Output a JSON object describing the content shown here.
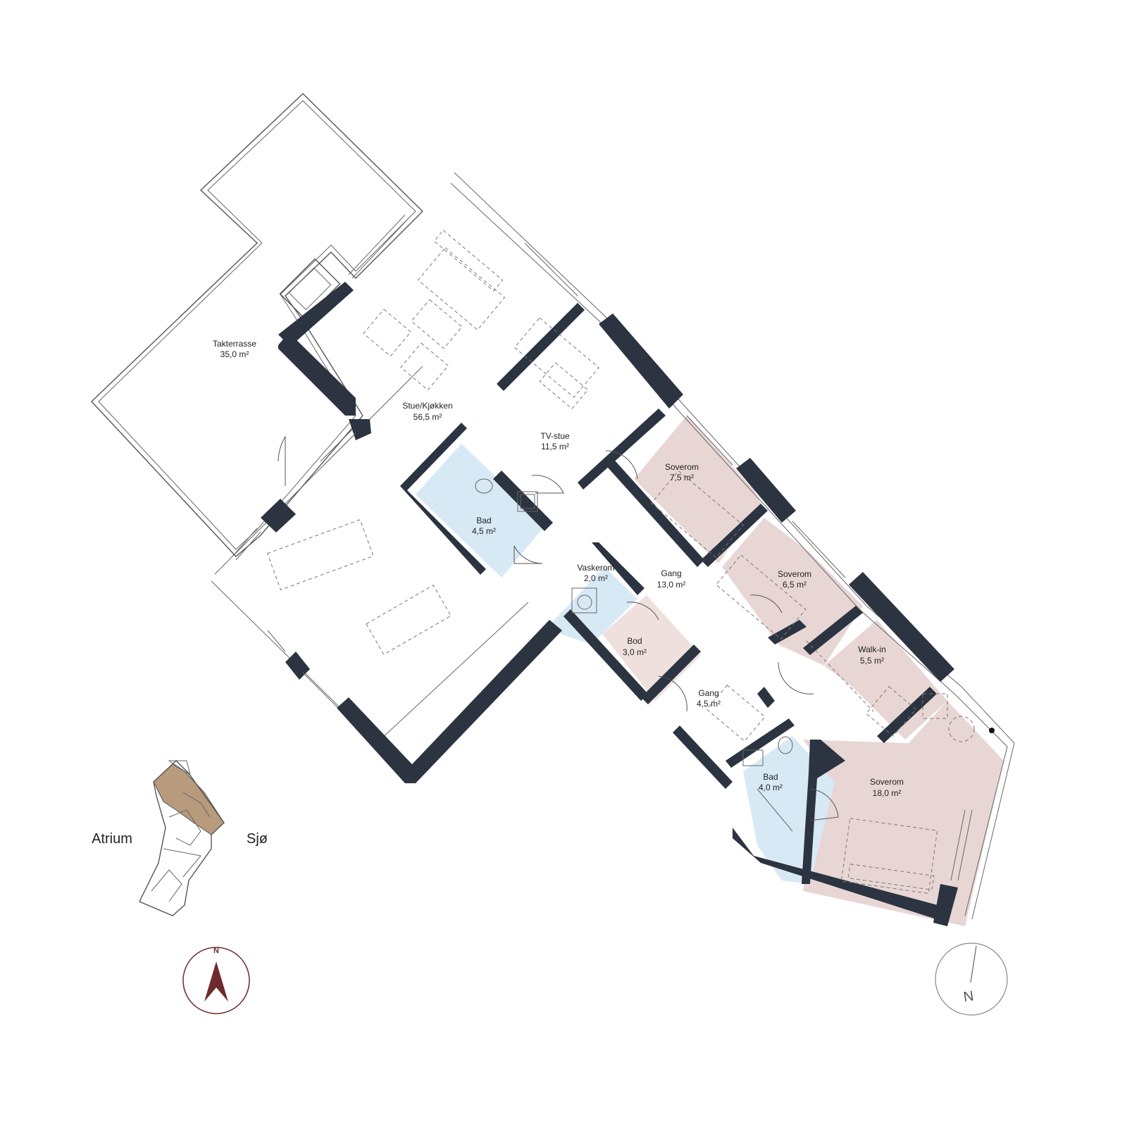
{
  "rooms": [
    {
      "id": "takterrasse",
      "name": "Takterrasse",
      "area": "35,0 m²"
    },
    {
      "id": "stue",
      "name": "Stue/Kjøkken",
      "area": "56,5 m²"
    },
    {
      "id": "tvstue",
      "name": "TV-stue",
      "area": "11,5 m²"
    },
    {
      "id": "bad1",
      "name": "Bad",
      "area": "4,5 m²"
    },
    {
      "id": "soverom1",
      "name": "Soverom",
      "area": "7,5 m²"
    },
    {
      "id": "soverom2",
      "name": "Soverom",
      "area": "6,5 m²"
    },
    {
      "id": "gang1",
      "name": "Gang",
      "area": "13,0 m²"
    },
    {
      "id": "vaskerom",
      "name": "Vaskerom",
      "area": "2,0 m²"
    },
    {
      "id": "bod",
      "name": "Bod",
      "area": "3,0 m²"
    },
    {
      "id": "walkin",
      "name": "Walk-in",
      "area": "5,5 m²"
    },
    {
      "id": "gang2",
      "name": "Gang",
      "area": "4,5 m²"
    },
    {
      "id": "bad2",
      "name": "Bad",
      "area": "4,0 m²"
    },
    {
      "id": "soverom3",
      "name": "Soverom",
      "area": "18,0 m²"
    }
  ],
  "keyplan": {
    "left_label": "Atrium",
    "right_label": "Sjø"
  },
  "compass_left": {
    "letter": "N"
  },
  "compass_right": {
    "letter": "N"
  },
  "colors": {
    "wall": "#2b3440",
    "bedroom": "#e8d6d4",
    "bathroom": "#d7e9f5",
    "compass": "#6e2a2c",
    "keyplan_highlight": "#b89a7c"
  }
}
